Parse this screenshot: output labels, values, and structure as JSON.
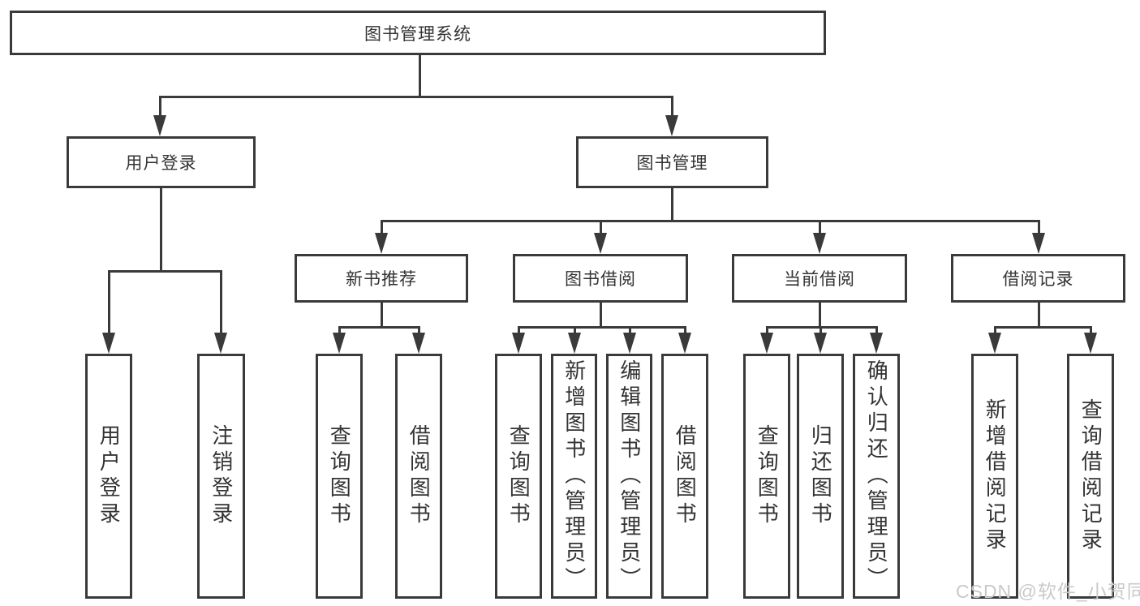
{
  "diagram": {
    "nodes": {
      "root": "图书管理系统",
      "l2": [
        "用户登录",
        "图书管理"
      ],
      "l3": [
        "新书推荐",
        "图书借阅",
        "当前借阅",
        "借阅记录"
      ],
      "leaves_user_login": [
        "用户登录",
        "注销登录"
      ],
      "leaves_new_book": [
        "查询图书",
        "借阅图书"
      ],
      "leaves_book_borrow": [
        "查询图书",
        "新增图书（管理员）",
        "编辑图书（管理员）",
        "借阅图书"
      ],
      "leaves_current_borrow": [
        "查询图书",
        "归还图书",
        "确认归还（管理员）"
      ],
      "leaves_borrow_record": [
        "新增借阅记录",
        "查询借阅记录"
      ]
    },
    "watermark": "CSDN @软件_小贺同学",
    "colors": {
      "line": "#3a3a3a",
      "text": "#333333",
      "background": "#ffffff",
      "watermark": "#c9c9c9"
    }
  }
}
